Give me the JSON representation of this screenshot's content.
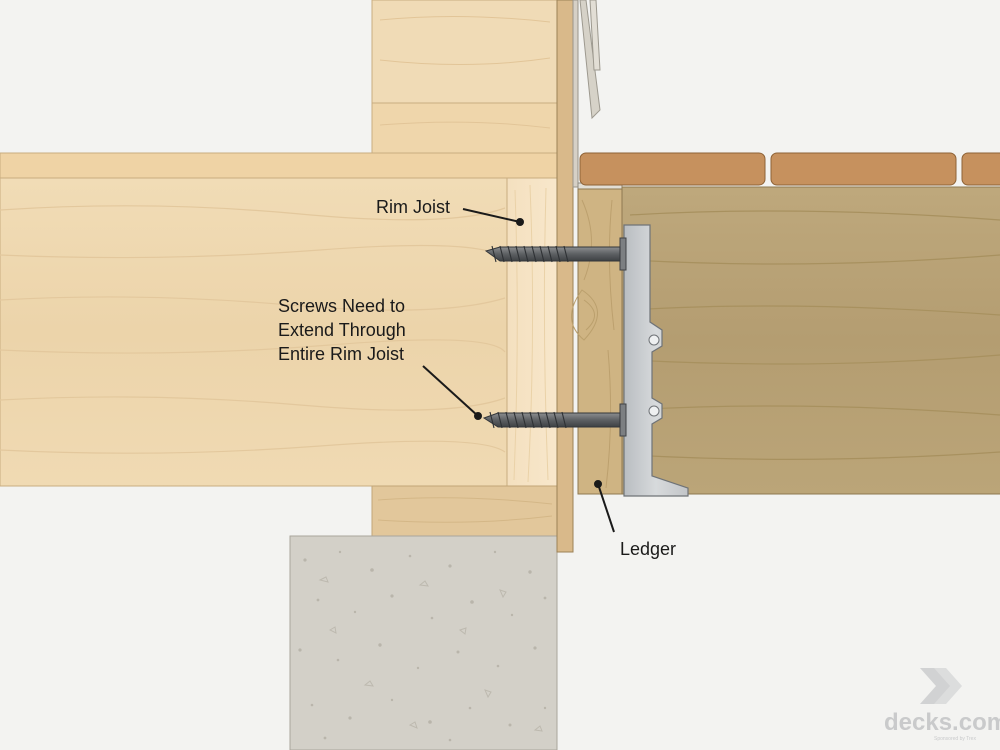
{
  "labels": {
    "rim_joist": "Rim Joist",
    "screws_line1": "Screws Need to",
    "screws_line2": "Extend Through",
    "screws_line3": "Entire Rim Joist",
    "ledger": "Ledger"
  },
  "brand": {
    "name": "decks.com",
    "tagline": "Sponsored by Trex"
  },
  "colors": {
    "background": "#f3f3f1",
    "lumber_light": "#efd9b4",
    "rim_joist": "#f6e2c2",
    "ledger": "#cfb483",
    "deck_joist": "#b9a276",
    "decking": "#c6915e",
    "concrete": "#d3d0c8",
    "hanger_metal": "#c7cacd",
    "sheathing": "#d9b98a"
  },
  "icons": {
    "screw": "wood-screw-icon",
    "hanger": "joist-hanger-icon",
    "logo": "decks-chevron-logo-icon"
  }
}
